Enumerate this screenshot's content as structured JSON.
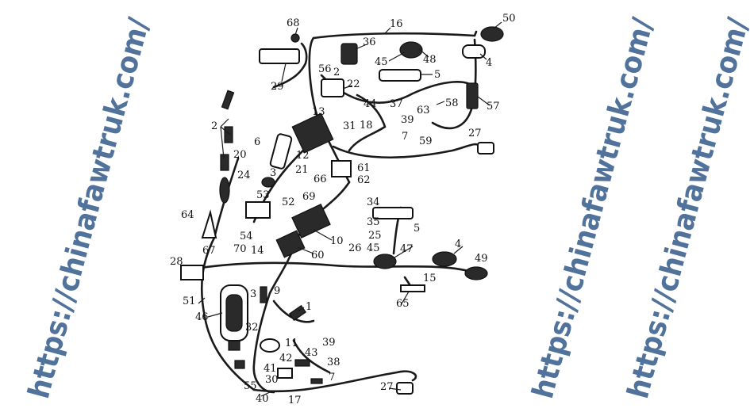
{
  "watermarks": [
    "https://chinafawtruk.com/",
    "https://chinafawtruk.com/",
    "https://chinafawtruk.com/"
  ],
  "watermark_color": "#3f6491",
  "labels": [
    "68",
    "16",
    "50",
    "36",
    "45",
    "48",
    "4",
    "5",
    "56",
    "2",
    "22",
    "29",
    "44",
    "37",
    "63",
    "58",
    "57",
    "39",
    "31",
    "18",
    "7",
    "59",
    "27",
    "13",
    "2",
    "6",
    "20",
    "3",
    "12",
    "21",
    "66",
    "61",
    "62",
    "24",
    "53",
    "52",
    "69",
    "34",
    "35",
    "64",
    "25",
    "5",
    "54",
    "10",
    "70",
    "14",
    "26",
    "45",
    "47",
    "4",
    "60",
    "67",
    "28",
    "49",
    "15",
    "9",
    "51",
    "65",
    "3",
    "1",
    "46",
    "32",
    "11",
    "43",
    "39",
    "42",
    "38",
    "41",
    "30",
    "7",
    "55",
    "27",
    "40",
    "17"
  ]
}
